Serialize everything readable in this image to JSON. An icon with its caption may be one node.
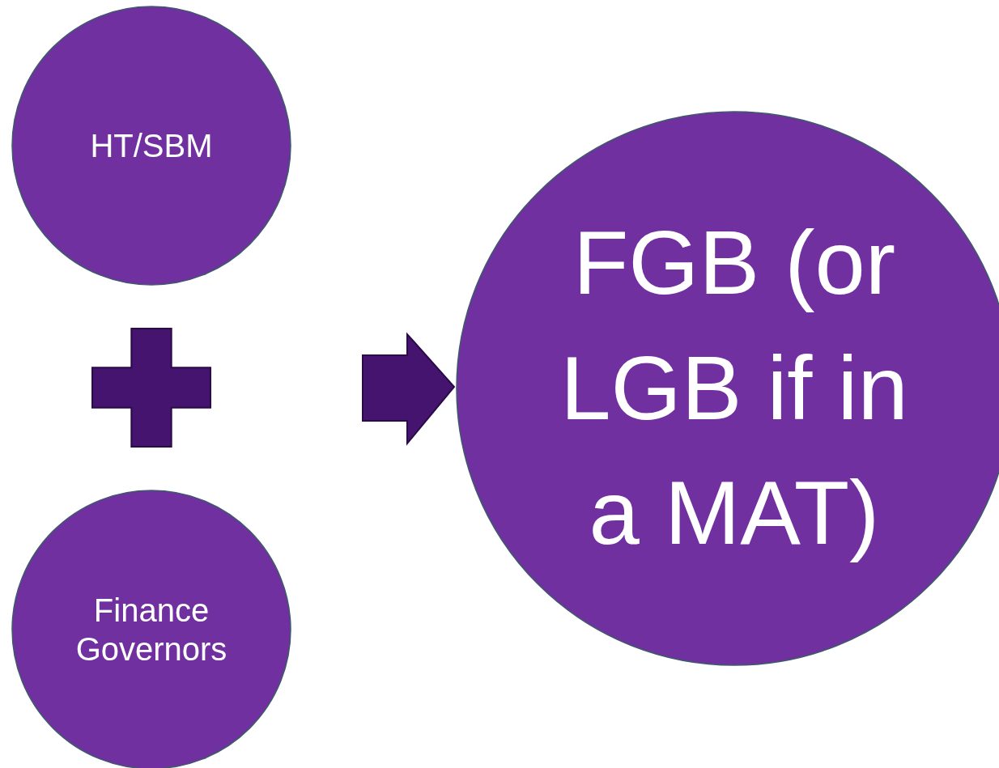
{
  "diagram": {
    "nodes": [
      {
        "text": [
          "HT/SBM"
        ]
      },
      {
        "text": [],
        "shape": "plus"
      },
      {
        "text": [
          "Finance Governors"
        ]
      },
      {
        "text": [
          "FGB (or LGB if in a MAT)"
        ]
      }
    ],
    "edges": [
      {
        "from": null,
        "to": 3,
        "arrow": "to",
        "style": "thick"
      }
    ]
  }
}
